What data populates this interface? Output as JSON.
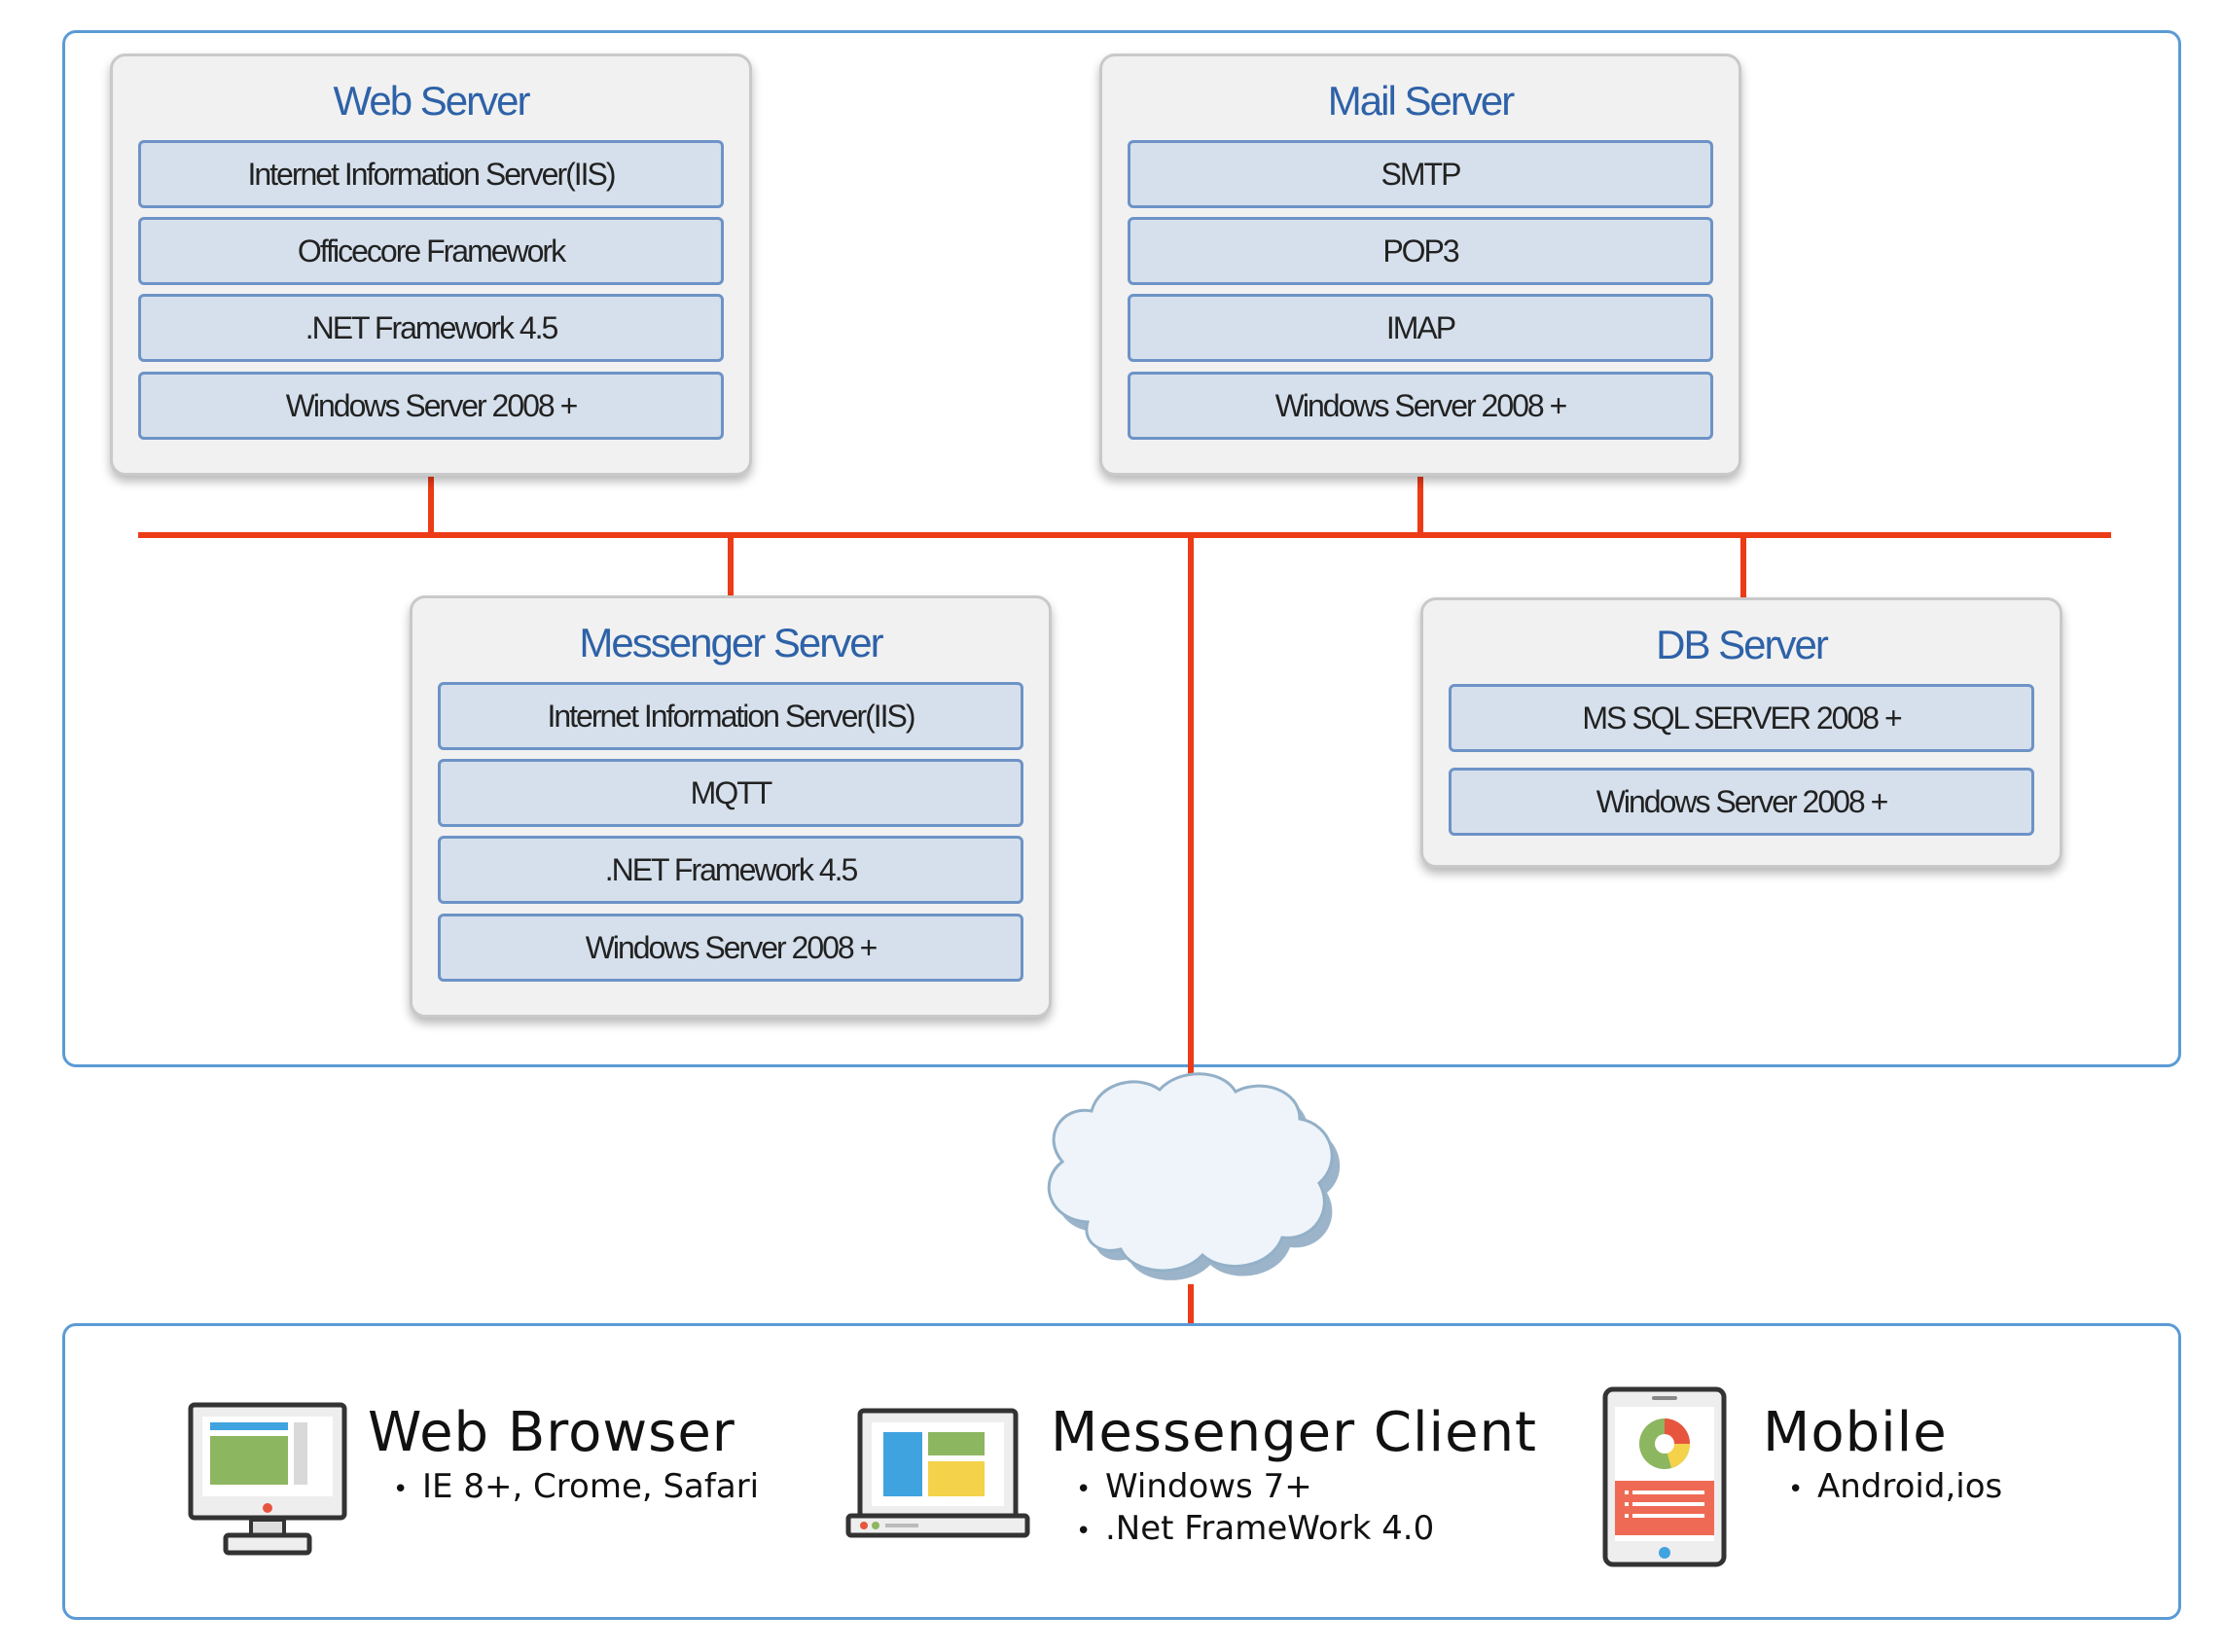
{
  "servers": {
    "web": {
      "title": "Web Server",
      "layers": [
        "Internet Information Server(IIS)",
        "Officecore Framework",
        ".NET Framework 4.5",
        "Windows Server 2008 +"
      ]
    },
    "mail": {
      "title": "Mail Server",
      "layers": [
        "SMTP",
        "POP3",
        "IMAP",
        "Windows Server 2008 +"
      ]
    },
    "messenger": {
      "title": "Messenger Server",
      "layers": [
        "Internet Information Server(IIS)",
        "MQTT",
        ".NET Framework 4.5",
        "Windows Server 2008 +"
      ]
    },
    "db": {
      "title": "DB Server",
      "layers": [
        "MS SQL  SERVER 2008 +",
        "Windows Server 2008 +"
      ]
    }
  },
  "clients": {
    "web_browser": {
      "title": "Web Browser",
      "items": [
        "IE 8+, Crome, Safari"
      ],
      "icon": "desktop-monitor-icon"
    },
    "messenger_client": {
      "title": "Messenger Client",
      "items": [
        "Windows 7+",
        ".Net FrameWork 4.0"
      ],
      "icon": "laptop-icon"
    },
    "mobile": {
      "title": "Mobile",
      "items": [
        "Android,ios"
      ],
      "icon": "tablet-icon"
    }
  },
  "colors": {
    "network_line": "#ec3b17",
    "frame_border": "#5b9bd5",
    "server_title": "#2e62a8",
    "layer_fill": "#d6e0ec",
    "layer_border": "#6d93c7",
    "cloud_fill": "#e8f1f8",
    "cloud_stroke": "#9db7cf"
  },
  "bullet": "•",
  "cloud_icon": "internet-cloud-icon"
}
